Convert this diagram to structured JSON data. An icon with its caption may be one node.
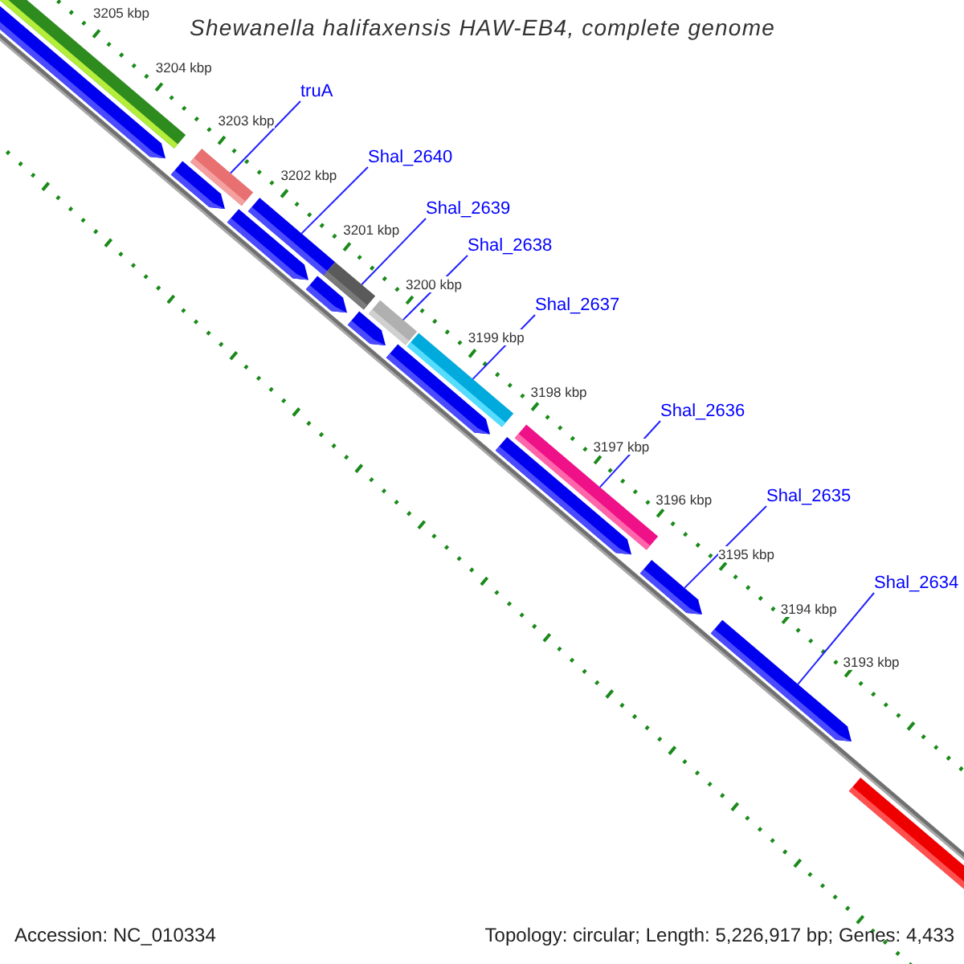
{
  "diagram": {
    "title": "Shewanella halifaxensis HAW-EB4, complete genome",
    "nodes": [
      {
        "text": [
          "truA"
        ]
      },
      {
        "text": [
          "Shal_2640"
        ]
      },
      {
        "text": [
          "Shal_2639"
        ]
      },
      {
        "text": [
          "Shal_2638"
        ]
      },
      {
        "text": [
          "Shal_2637"
        ]
      },
      {
        "text": [
          "Shal_2636"
        ]
      },
      {
        "text": [
          "Shal_2635"
        ]
      },
      {
        "text": [
          "Shal_2634"
        ]
      },
      {
        "text": [],
        "shape": "bar"
      },
      {
        "text": [],
        "shape": "bar"
      },
      {
        "text": [],
        "shape": "bar"
      },
      {
        "text": [],
        "shape": "bar"
      },
      {
        "text": [],
        "shape": "bar"
      },
      {
        "text": [],
        "shape": "bar"
      },
      {
        "text": [],
        "shape": "bar"
      },
      {
        "text": [],
        "shape": "bar"
      },
      {
        "text": [],
        "shape": "bar"
      },
      {
        "text": [],
        "shape": "bar"
      },
      {
        "text": [],
        "shape": "bar"
      },
      {
        "text": [],
        "shape": "bar"
      },
      {
        "text": [],
        "shape": "bar"
      },
      {
        "text": [],
        "shape": "bar"
      },
      {
        "text": [],
        "shape": "bar"
      },
      {
        "text": [],
        "shape": "bar"
      },
      {
        "text": [],
        "shape": "bar"
      }
    ],
    "edges": [
      {
        "from": 0,
        "to": 10,
        "arrow": "none"
      },
      {
        "from": 1,
        "to": 12,
        "arrow": "none"
      },
      {
        "from": 2,
        "to": 14,
        "arrow": "none"
      },
      {
        "from": 3,
        "to": 16,
        "arrow": "none"
      },
      {
        "from": 4,
        "to": 18,
        "arrow": "none"
      },
      {
        "from": 5,
        "to": 20,
        "arrow": "none"
      },
      {
        "from": 6,
        "to": 22,
        "arrow": "none"
      },
      {
        "from": 7,
        "to": 23,
        "arrow": "none"
      }
    ],
    "labels": [
      "3205 kbp",
      "3204 kbp",
      "3203 kbp",
      "3202 kbp",
      "3201 kbp",
      "3200 kbp",
      "3199 kbp",
      "3198 kbp",
      "3197 kbp",
      "3196 kbp",
      "3195 kbp",
      "3194 kbp",
      "3193 kbp",
      "Accession: NC_010334",
      "Topology: circular; Length: 5,226,917 bp; Genes: 4,433"
    ]
  }
}
